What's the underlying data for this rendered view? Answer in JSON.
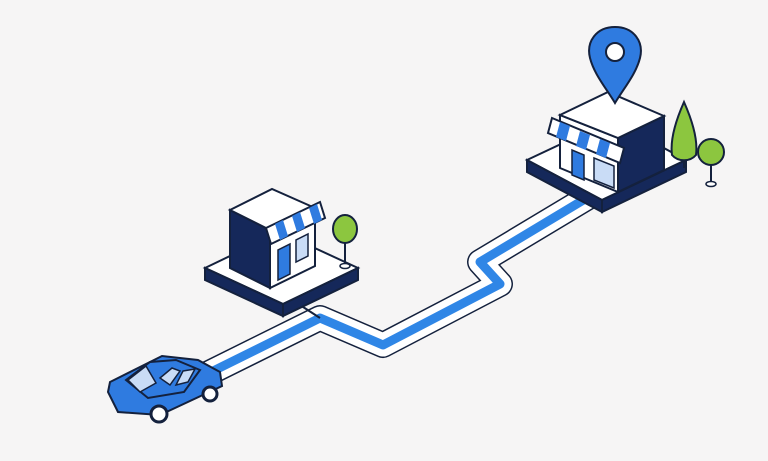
{
  "scene": {
    "background": "#f6f5f5",
    "outline": "#14213d",
    "route_color": "#2f86e6",
    "elements": [
      "route-path",
      "delivery-car",
      "origin-store",
      "destination-store",
      "destination-pin-icon",
      "tree-icon"
    ]
  },
  "colors": {
    "navy": "#15285a",
    "blue": "#2f7be0",
    "light_blue": "#c9dcf6",
    "white": "#ffffff",
    "tree_green": "#8cc63f"
  }
}
